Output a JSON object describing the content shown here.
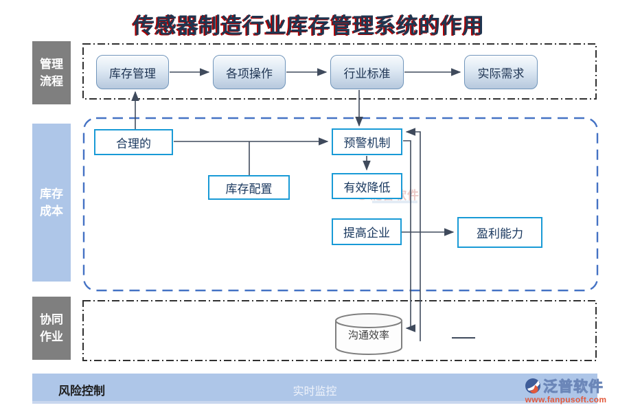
{
  "title": "传感器制造行业库存管理系统的作用",
  "sidebar": {
    "items": [
      {
        "label": "管理流程"
      },
      {
        "label": "库存成本"
      },
      {
        "label": "协同作业"
      }
    ]
  },
  "flow_top": {
    "nodes": [
      {
        "label": "库存管理"
      },
      {
        "label": "各项操作"
      },
      {
        "label": "行业标准"
      },
      {
        "label": "实际需求"
      }
    ]
  },
  "flow_middle": {
    "nodes": [
      {
        "label": "合理的"
      },
      {
        "label": "库存配置"
      },
      {
        "label": "预警机制"
      },
      {
        "label": "有效降低"
      },
      {
        "label": "提高企业"
      },
      {
        "label": "盈利能力"
      }
    ]
  },
  "flow_bottom": {
    "cylinder_label": "沟通效率"
  },
  "footer": {
    "left_label": "风险控制",
    "center_label": "实时监控"
  },
  "brand": {
    "name": "泛普软件",
    "url": "www.fanpusoft.com"
  },
  "watermark": {
    "name": "泛普软件"
  },
  "colors": {
    "title_text": "#1f3550",
    "title_shadow_red": "#b00000",
    "sidebar_gray": "#7f7f7f",
    "sidebar_blue": "#aec6e8",
    "top_node_border": "#6f94ba",
    "middle_node_border": "#189ad6",
    "middle_section_border": "#4472c4",
    "dashdot_border": "#2f2f2f",
    "connector": "#3f4a5c",
    "footer_bar": "#aec6e8",
    "brand_orange": "#e2593c",
    "brand_blue": "#3f5d99"
  }
}
